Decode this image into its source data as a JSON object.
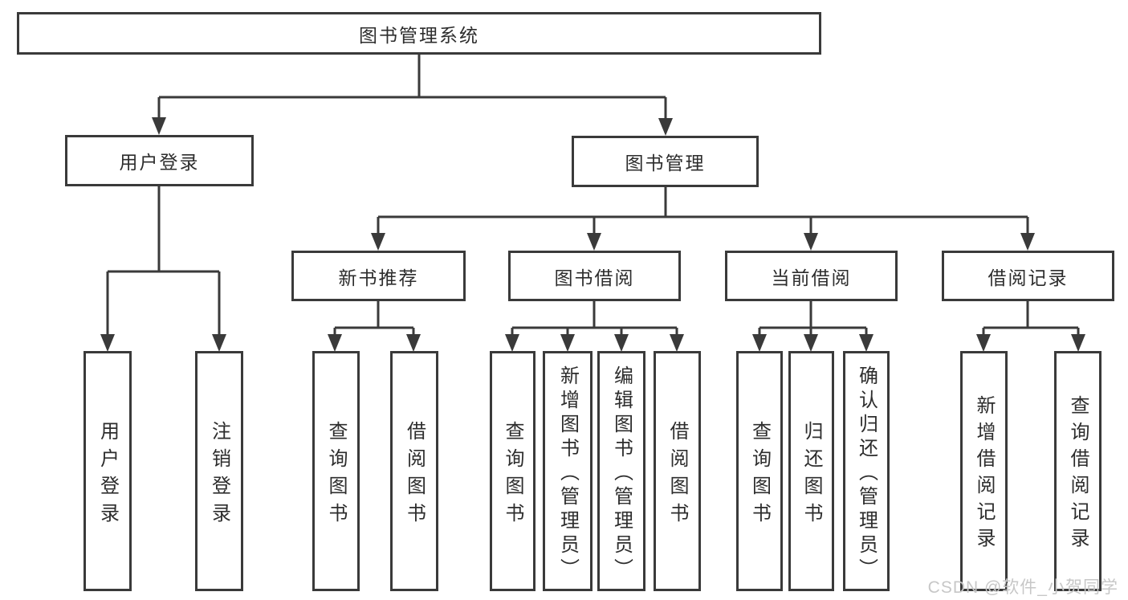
{
  "diagram": {
    "title": "图书管理系统",
    "root": {
      "label": "图书管理系统"
    },
    "level2": [
      {
        "label": "用户登录"
      },
      {
        "label": "图书管理"
      }
    ],
    "level3": [
      {
        "label": "新书推荐"
      },
      {
        "label": "图书借阅"
      },
      {
        "label": "当前借阅"
      },
      {
        "label": "借阅记录"
      }
    ],
    "leaves": [
      {
        "label": "用户登录"
      },
      {
        "label": "注销登录"
      },
      {
        "label": "查询图书"
      },
      {
        "label": "借阅图书"
      },
      {
        "label": "查询图书"
      },
      {
        "label": "新增图书（管理员）"
      },
      {
        "label": "编辑图书（管理员）"
      },
      {
        "label": "借阅图书"
      },
      {
        "label": "查询图书"
      },
      {
        "label": "归还图书"
      },
      {
        "label": "确认归还（管理员）"
      },
      {
        "label": "新增借阅记录"
      },
      {
        "label": "查询借阅记录"
      }
    ]
  },
  "watermark": "CSDN @软件_小贺同学",
  "colors": {
    "line": "#3a3a3a",
    "text": "#2d2d2d",
    "background": "#ffffff",
    "watermark": "#c7c7c7"
  }
}
